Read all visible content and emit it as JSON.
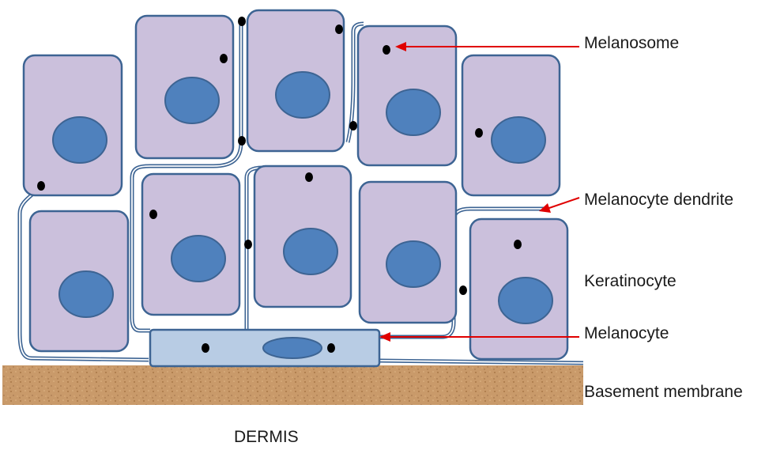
{
  "labels": {
    "melanosome": "Melanosome",
    "melanocyte_dendrite": "Melanocyte dendrite",
    "keratinocyte": "Keratinocyte",
    "melanocyte": "Melanocyte",
    "basement_membrane": "Basement membrane",
    "dermis": "DERMIS"
  },
  "colors": {
    "keratinocyte_fill": "#cbc0dc",
    "cell_outline": "#3d6493",
    "nucleus_fill": "#4f81bd",
    "melanocyte_fill": "#b8cce4",
    "melanosome": "#000000",
    "arrow": "#e00000",
    "membrane": "#c99a6a"
  }
}
